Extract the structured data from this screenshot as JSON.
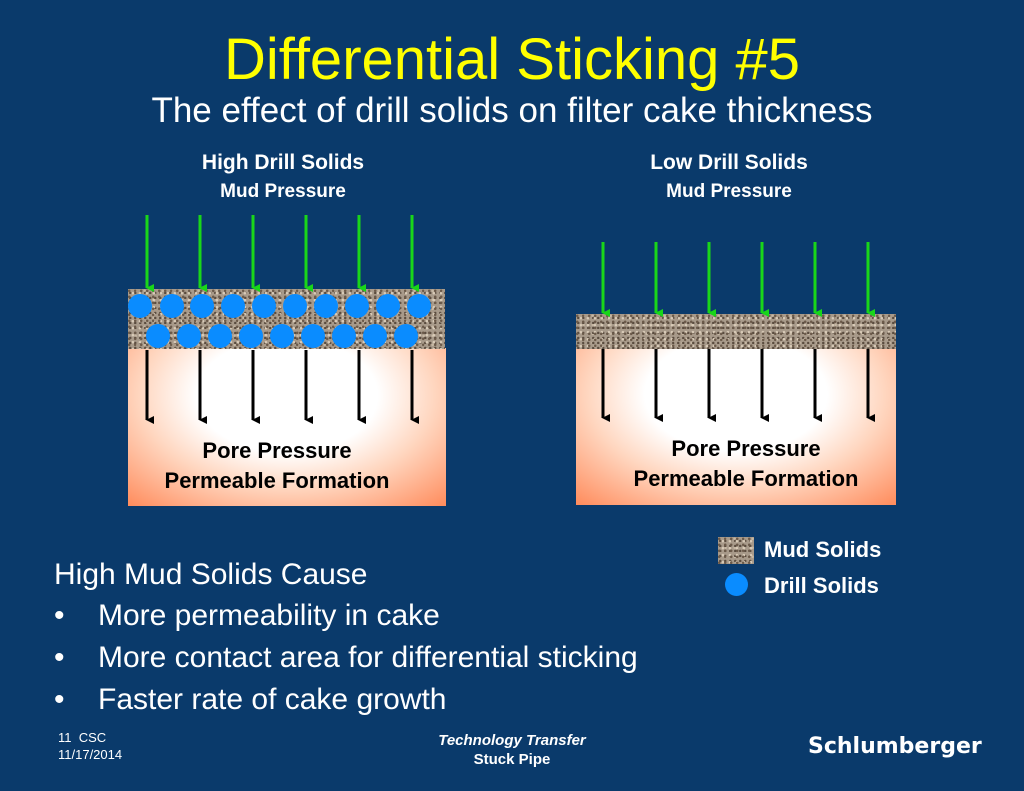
{
  "title": "Differential Sticking #5",
  "subtitle": "The effect of drill solids on filter cake thickness",
  "panels": [
    {
      "heading": "High Drill Solids",
      "subheading": "Mud Pressure",
      "formation_line1": "Pore Pressure",
      "formation_line2": "Permeable Formation"
    },
    {
      "heading": "Low Drill Solids",
      "subheading": "Mud Pressure",
      "formation_line1": "Pore Pressure",
      "formation_line2": "Permeable Formation"
    }
  ],
  "legend": {
    "mud_solids": "Mud Solids",
    "drill_solids": "Drill Solids"
  },
  "bullets": {
    "heading": "High Mud Solids Cause",
    "items": [
      "More permeability in cake",
      "More contact area for differential sticking",
      "Faster rate of cake growth"
    ]
  },
  "footer": {
    "slide_number": "11",
    "org": "CSC",
    "date": "11/17/2014",
    "center_line1": "Technology Transfer",
    "center_line2": "Stuck Pipe",
    "logo": "Schlumberger"
  },
  "colors": {
    "background": "#0a3a6b",
    "title": "#ffff00",
    "arrow_mud": "#19d619",
    "drill_solid": "#0a8cff"
  }
}
